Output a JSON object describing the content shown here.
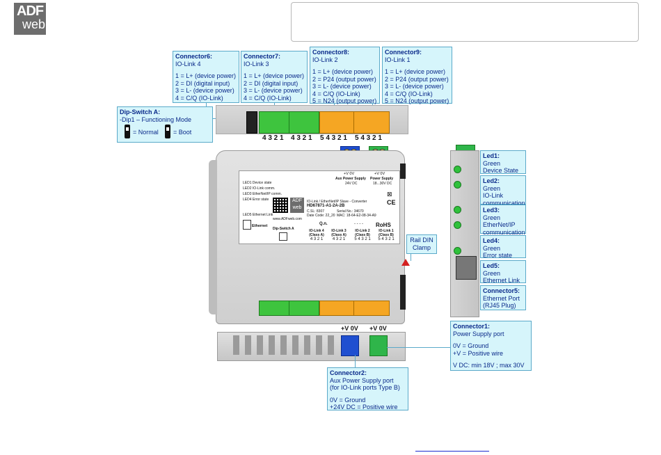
{
  "logo": {
    "line1": "ADF",
    "line2": "web"
  },
  "connector6": {
    "title": "Connector6:",
    "subtitle": "IO-Link 4",
    "lines": [
      "1 = L+ (device power)",
      "2 = DI (digital input)",
      "3 = L- (device power)",
      "4 = C/Q (IO-Link)"
    ]
  },
  "connector7": {
    "title": "Connector7:",
    "subtitle": "IO-Link 3",
    "lines": [
      "1 = L+ (device power)",
      "2 = DI (digital input)",
      "3 = L- (device power)",
      "4 = C/Q (IO-Link)"
    ]
  },
  "connector8": {
    "title": "Connector8:",
    "subtitle": "IO-Link 2",
    "lines": [
      "1 = L+ (device power)",
      "2 = P24 (output power)",
      "3 = L- (device power)",
      "4 = C/Q (IO-Link)",
      "5 = N24 (output power)"
    ]
  },
  "connector9": {
    "title": "Connector9:",
    "subtitle": "IO-Link 1",
    "lines": [
      "1 = L+ (device power)",
      "2 = P24 (output power)",
      "3 = L- (device power)",
      "4 = C/Q (IO-Link)",
      "5 = N24 (output power)"
    ]
  },
  "dipswitch": {
    "title": "Dip-Switch A:",
    "subtitle": "-Dip1 – Functioning Mode",
    "normal": "= Normal",
    "boot": "= Boot"
  },
  "top_pins": {
    "g1": "4 3 2 1",
    "g2": "4 3 2 1",
    "g3": "5 4 3 2 1",
    "g4": "5 4 3 2 1"
  },
  "rail": {
    "line1": "Rail DIN",
    "line2": "Clamp"
  },
  "led1": {
    "title": "Led1:",
    "lines": [
      "Green",
      "Device State"
    ]
  },
  "led2": {
    "title": "Led2:",
    "lines": [
      "Green",
      "IO-Link",
      "communication"
    ]
  },
  "led3": {
    "title": "Led3:",
    "lines": [
      "Green",
      "EtherNet/IP",
      "communication"
    ]
  },
  "led4": {
    "title": "Led4:",
    "lines": [
      "Green",
      "Error state"
    ]
  },
  "led5": {
    "title": "Led5:",
    "lines": [
      "Green",
      "Ethernet Link"
    ]
  },
  "connector5": {
    "title": "Connector5:",
    "lines": [
      "Ethernet Port",
      "(RJ45 Plug)"
    ]
  },
  "connector1": {
    "title": "Connector1:",
    "subtitle": "Power Supply port",
    "lines": [
      "0V = Ground",
      "+V = Positive wire"
    ],
    "note": "V DC: min 18V ; max 30V"
  },
  "connector2": {
    "title": "Connector2:",
    "lines1": [
      "Aux Power Supply port",
      "(for IO-Link ports Type B)"
    ],
    "lines2": [
      "0V = Ground",
      "+24V DC = Positive wire"
    ]
  },
  "bottom_pins": {
    "aux": "+V 0V",
    "pwr": "+V 0V"
  },
  "device_label": {
    "aux_top": "+V  0V",
    "aux_name": "Aux Power Supply",
    "aux_v": "24V DC",
    "pwr_top": "+V  0V",
    "pwr_name": "Power Supply",
    "pwr_v": "18...30V DC",
    "leds": [
      "LED1 Device state",
      "LED2 IO-Link comm.",
      "LED3 EtherNet/IP comm.",
      "LED4 Error state"
    ],
    "led5": "LED5 Ethernet Link",
    "ethernet": "Ethernet",
    "product": "IO-Link / EtherNet/IP Slave - Converter",
    "model": "HD67871-A1-2A-2B",
    "csl": "C.SL: 8307",
    "serial": "Serial No.: 34670",
    "date": "Date Code: 22_20",
    "mac": "MAC: 18-64-E2-08-34-A9",
    "website": "www.ADFweb.com",
    "qn": "Q.n.",
    "dashes": "- - - -",
    "rohs": "RoHS",
    "dip": "Dip-Switch A",
    "ports": [
      {
        "name": "IO-Link 4",
        "cls": "(Class A)",
        "pins": "4 3 2 1"
      },
      {
        "name": "IO-Link 3",
        "cls": "(Class A)",
        "pins": "4 3 2 1"
      },
      {
        "name": "IO-Link 2",
        "cls": "(Class B)",
        "pins": "5 4 3 2 1"
      },
      {
        "name": "IO-Link 1",
        "cls": "(Class B)",
        "pins": "5 4 3 2 1"
      }
    ]
  }
}
